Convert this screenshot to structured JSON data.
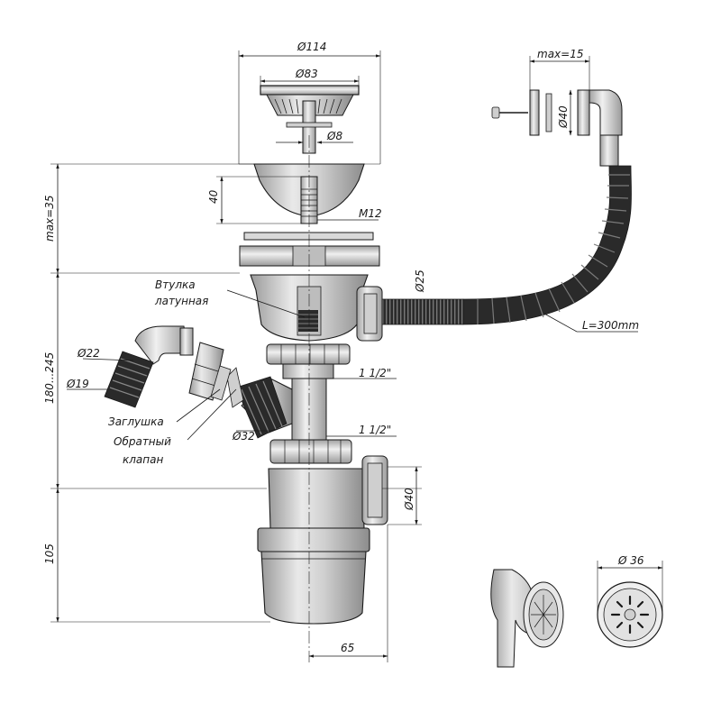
{
  "diagram": {
    "labels": {
      "d114": "Ø114",
      "d83": "Ø83",
      "d8": "Ø8",
      "dim40_top": "40",
      "m12": "M12",
      "max35": "max=35",
      "bushing_line1": "Втулка",
      "bushing_line2": "латунная",
      "d25": "Ø25",
      "hose_length": "L=300mm",
      "max15": "max=15",
      "d40_overflow": "Ø40",
      "d22": "Ø22",
      "d19": "Ø19",
      "plug": "Заглушка",
      "check_valve_line1": "Обратный",
      "check_valve_line2": "клапан",
      "d32": "Ø32",
      "thread_upper": "1 1/2\"",
      "thread_lower": "1 1/2\"",
      "range_180_245": "180...245",
      "d40_outlet": "Ø40",
      "dim105": "105",
      "dim65": "65",
      "d36": "Ø 36"
    },
    "colors": {
      "line": "#1a1a1a",
      "fill_light": "#e8e8e8",
      "fill_mid": "#c9c9c9",
      "fill_dark": "#8a8a8a",
      "hose": "#222222"
    }
  }
}
